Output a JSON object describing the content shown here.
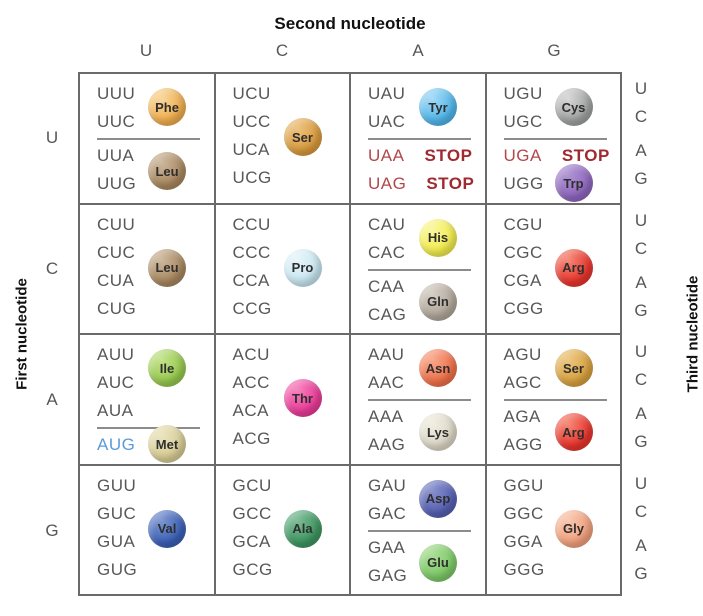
{
  "title_top": "Second nucleotide",
  "left_label": "First nucleotide",
  "right_label": "Third nucleotide",
  "col_headers": [
    "U",
    "C",
    "A",
    "G"
  ],
  "row_headers": [
    "U",
    "C",
    "A",
    "G"
  ],
  "third_letters": [
    "U",
    "C",
    "A",
    "G"
  ],
  "colors": {
    "background": "#FFFFFF",
    "border": "#6A6A6A",
    "codon_text": "#58585A",
    "header_text": "#57575A",
    "label_text": "#111111",
    "divider": "#8C8C8C",
    "stop_codon": "#B2484B",
    "stop_label": "#9F2A2F",
    "start_codon": "#5C9BD6",
    "badge_text": "#2E2E2E"
  },
  "cells": [
    {
      "id": "UU",
      "divider": true,
      "groups": [
        {
          "codons": [
            {
              "t": "UUU"
            },
            {
              "t": "UUC"
            }
          ],
          "badge": {
            "label": "Phe",
            "light": "#F8D79C",
            "main": "#EFAD4E",
            "pos": "g1"
          }
        },
        {
          "codons": [
            {
              "t": "UUA"
            },
            {
              "t": "UUG"
            }
          ],
          "badge": {
            "label": "Leu",
            "light": "#CDB99F",
            "main": "#A8875F",
            "pos": "g2"
          }
        }
      ]
    },
    {
      "id": "UC",
      "divider": false,
      "groups": [
        {
          "codons": [
            {
              "t": "UCU"
            },
            {
              "t": "UCC"
            },
            {
              "t": "UCA"
            },
            {
              "t": "UCG"
            }
          ],
          "badge": {
            "label": "Ser",
            "light": "#EDC27F",
            "main": "#D89A3C",
            "pos": "center"
          }
        }
      ]
    },
    {
      "id": "UA",
      "divider": true,
      "groups": [
        {
          "codons": [
            {
              "t": "UAU"
            },
            {
              "t": "UAC"
            }
          ],
          "badge": {
            "label": "Tyr",
            "light": "#A6DBF6",
            "main": "#4FB5EA",
            "pos": "g1"
          }
        },
        {
          "codons": [
            {
              "t": "UAA",
              "style": "stop",
              "suffix": "STOP"
            },
            {
              "t": "UAG",
              "style": "stop",
              "suffix": "STOP"
            }
          ]
        }
      ]
    },
    {
      "id": "UG",
      "divider": true,
      "groups": [
        {
          "codons": [
            {
              "t": "UGU"
            },
            {
              "t": "UGC"
            }
          ],
          "badge": {
            "label": "Cys",
            "light": "#D8D8D8",
            "main": "#9FA0A0",
            "pos": "g1"
          }
        },
        {
          "codons": [
            {
              "t": "UGA",
              "style": "stop",
              "suffix": "STOP"
            },
            {
              "t": "UGG"
            }
          ],
          "badge": {
            "label": "Trp",
            "light": "#B195D2",
            "main": "#8E66BE",
            "pos": "line4"
          }
        }
      ]
    },
    {
      "id": "CU",
      "divider": false,
      "groups": [
        {
          "codons": [
            {
              "t": "CUU"
            },
            {
              "t": "CUC"
            },
            {
              "t": "CUA"
            },
            {
              "t": "CUG"
            }
          ],
          "badge": {
            "label": "Leu",
            "light": "#CDB99F",
            "main": "#A8875F",
            "pos": "center"
          }
        }
      ]
    },
    {
      "id": "CC",
      "divider": false,
      "groups": [
        {
          "codons": [
            {
              "t": "CCU"
            },
            {
              "t": "CCC"
            },
            {
              "t": "CCA"
            },
            {
              "t": "CCG"
            }
          ],
          "badge": {
            "label": "Pro",
            "light": "#E8F6FA",
            "main": "#C7E5F0",
            "pos": "center"
          }
        }
      ]
    },
    {
      "id": "CA",
      "divider": true,
      "groups": [
        {
          "codons": [
            {
              "t": "CAU"
            },
            {
              "t": "CAC"
            }
          ],
          "badge": {
            "label": "His",
            "light": "#FAF7A0",
            "main": "#F1EC4C",
            "pos": "g1"
          }
        },
        {
          "codons": [
            {
              "t": "CAA"
            },
            {
              "t": "CAG"
            }
          ],
          "badge": {
            "label": "Gln",
            "light": "#D5CEC5",
            "main": "#B1A79A",
            "pos": "g2"
          }
        }
      ]
    },
    {
      "id": "CG",
      "divider": false,
      "groups": [
        {
          "codons": [
            {
              "t": "CGU"
            },
            {
              "t": "CGC"
            },
            {
              "t": "CGA"
            },
            {
              "t": "CGG"
            }
          ],
          "badge": {
            "label": "Arg",
            "light": "#F58A78",
            "main": "#E8342C",
            "pos": "center"
          }
        }
      ]
    },
    {
      "id": "AU",
      "divider": true,
      "groups": [
        {
          "codons": [
            {
              "t": "AUU"
            },
            {
              "t": "AUC"
            },
            {
              "t": "AUA"
            }
          ],
          "badge": {
            "label": "Ile",
            "light": "#C5E38D",
            "main": "#96C84E",
            "pos": "g1"
          }
        },
        {
          "codons": [
            {
              "t": "AUG",
              "style": "start"
            }
          ],
          "badge": {
            "label": "Met",
            "light": "#EBE4BF",
            "main": "#D7CC95",
            "pos": "line4"
          }
        }
      ]
    },
    {
      "id": "AC",
      "divider": false,
      "groups": [
        {
          "codons": [
            {
              "t": "ACU"
            },
            {
              "t": "ACC"
            },
            {
              "t": "ACA"
            },
            {
              "t": "ACG"
            }
          ],
          "badge": {
            "label": "Thr",
            "light": "#F683BE",
            "main": "#E93A97",
            "pos": "center"
          }
        }
      ]
    },
    {
      "id": "AA",
      "divider": true,
      "groups": [
        {
          "codons": [
            {
              "t": "AAU"
            },
            {
              "t": "AAC"
            }
          ],
          "badge": {
            "label": "Asn",
            "light": "#F8A98D",
            "main": "#EF7049",
            "pos": "g1"
          }
        },
        {
          "codons": [
            {
              "t": "AAA"
            },
            {
              "t": "AAG"
            }
          ],
          "badge": {
            "label": "Lys",
            "light": "#F1EEE3",
            "main": "#DCD7C6",
            "pos": "g2"
          }
        }
      ]
    },
    {
      "id": "AG",
      "divider": true,
      "groups": [
        {
          "codons": [
            {
              "t": "AGU"
            },
            {
              "t": "AGC"
            }
          ],
          "badge": {
            "label": "Ser",
            "light": "#ECC781",
            "main": "#D8A13E",
            "pos": "g1"
          }
        },
        {
          "codons": [
            {
              "t": "AGA"
            },
            {
              "t": "AGG"
            }
          ],
          "badge": {
            "label": "Arg",
            "light": "#F58A78",
            "main": "#E8342C",
            "pos": "g2"
          }
        }
      ]
    },
    {
      "id": "GU",
      "divider": false,
      "groups": [
        {
          "codons": [
            {
              "t": "GUU"
            },
            {
              "t": "GUC"
            },
            {
              "t": "GUA"
            },
            {
              "t": "GUG"
            }
          ],
          "badge": {
            "label": "Val",
            "light": "#7E97D0",
            "main": "#3A5FB5",
            "pos": "center"
          }
        }
      ]
    },
    {
      "id": "GC",
      "divider": false,
      "groups": [
        {
          "codons": [
            {
              "t": "GCU"
            },
            {
              "t": "GCC"
            },
            {
              "t": "GCA"
            },
            {
              "t": "GCG"
            }
          ],
          "badge": {
            "label": "Ala",
            "light": "#7FBC97",
            "main": "#3D9560",
            "pos": "center"
          }
        }
      ]
    },
    {
      "id": "GA",
      "divider": true,
      "groups": [
        {
          "codons": [
            {
              "t": "GAU"
            },
            {
              "t": "GAC"
            }
          ],
          "badge": {
            "label": "Asp",
            "light": "#8991CC",
            "main": "#5560B2",
            "pos": "g1"
          }
        },
        {
          "codons": [
            {
              "t": "GAA"
            },
            {
              "t": "GAG"
            }
          ],
          "badge": {
            "label": "Glu",
            "light": "#ACDE96",
            "main": "#7CC867",
            "pos": "g2"
          }
        }
      ]
    },
    {
      "id": "GG",
      "divider": false,
      "groups": [
        {
          "codons": [
            {
              "t": "GGU"
            },
            {
              "t": "GGC"
            },
            {
              "t": "GGA"
            },
            {
              "t": "GGG"
            }
          ],
          "badge": {
            "label": "Gly",
            "light": "#F7C8B0",
            "main": "#F1A07D",
            "pos": "center"
          }
        }
      ]
    }
  ]
}
